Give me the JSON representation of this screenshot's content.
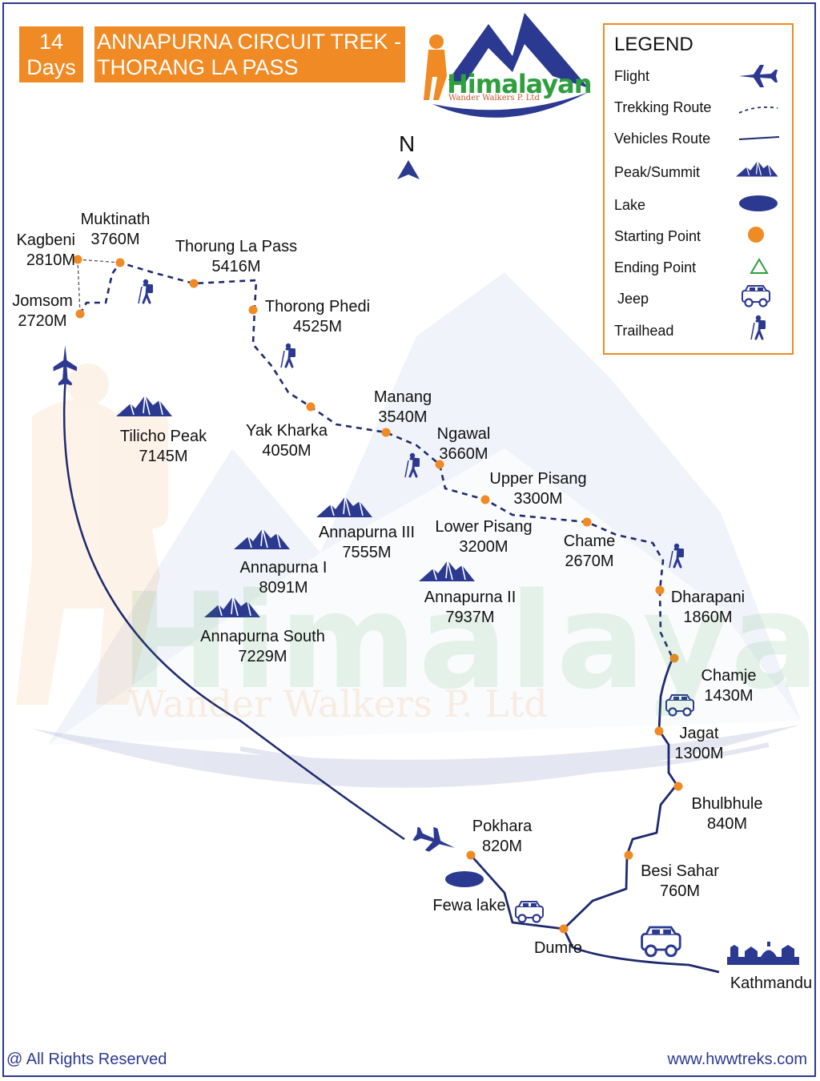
{
  "header": {
    "days_number": "14",
    "days_word": "Days",
    "title_line1": "ANNAPURNA CIRCUIT TREK -",
    "title_line2": "THORANG LA PASS"
  },
  "logo": {
    "name": "Himalayan",
    "subtitle": "Wander Walkers P. Ltd"
  },
  "compass": {
    "label": "N"
  },
  "legend": {
    "title": "LEGEND",
    "items": [
      {
        "label": "Flight",
        "icon": "airplane-icon"
      },
      {
        "label": "Trekking Route",
        "icon": "dashed-line-icon"
      },
      {
        "label": "Vehicles Route",
        "icon": "solid-line-icon"
      },
      {
        "label": "Peak/Summit",
        "icon": "mountain-icon"
      },
      {
        "label": "Lake",
        "icon": "lake-icon"
      },
      {
        "label": "Starting Point",
        "icon": "orange-dot-icon"
      },
      {
        "label": "Ending Point",
        "icon": "green-triangle-icon"
      },
      {
        "label": "Jeep",
        "icon": "jeep-icon"
      },
      {
        "label": "Trailhead",
        "icon": "hiker-icon"
      }
    ]
  },
  "places": {
    "kagbeni": {
      "name": "Kagbeni",
      "alt": "2810M"
    },
    "muktinath": {
      "name": "Muktinath",
      "alt": "3760M"
    },
    "thorung_la": {
      "name": "Thorung La Pass",
      "alt": "5416M"
    },
    "jomsom": {
      "name": "Jomsom",
      "alt": "2720M"
    },
    "thorong_phedi": {
      "name": "Thorong Phedi",
      "alt": "4525M"
    },
    "manang": {
      "name": "Manang",
      "alt": "3540M"
    },
    "yak_kharka": {
      "name": "Yak Kharka",
      "alt": "4050M"
    },
    "ngawal": {
      "name": "Ngawal",
      "alt": "3660M"
    },
    "upper_pisang": {
      "name": "Upper Pisang",
      "alt": "3300M"
    },
    "lower_pisang": {
      "name": "Lower Pisang",
      "alt": "3200M"
    },
    "chame": {
      "name": "Chame",
      "alt": "2670M"
    },
    "dharapani": {
      "name": "Dharapani",
      "alt": "1860M"
    },
    "chamje": {
      "name": "Chamje",
      "alt": "1430M"
    },
    "jagat": {
      "name": "Jagat",
      "alt": "1300M"
    },
    "bhulbhule": {
      "name": "Bhulbhule",
      "alt": "840M"
    },
    "besi_sahar": {
      "name": "Besi Sahar",
      "alt": "760M"
    },
    "pokhara": {
      "name": "Pokhara",
      "alt": "820M"
    },
    "fewa_lake": {
      "name": "Fewa lake"
    },
    "dumre": {
      "name": "Dumre"
    },
    "kathmandu": {
      "name": "Kathmandu"
    }
  },
  "peaks": {
    "tilicho": {
      "name": "Tilicho Peak",
      "alt": "7145M"
    },
    "annapurna_iii": {
      "name": "Annapurna III",
      "alt": "7555M"
    },
    "annapurna_i": {
      "name": "Annapurna I",
      "alt": "8091M"
    },
    "annapurna_ii": {
      "name": "Annapurna II",
      "alt": "7937M"
    },
    "annapurna_south": {
      "name": "Annapurna South",
      "alt": "7229M"
    }
  },
  "watermark": {
    "big": "Himalayan",
    "small": "Wander Walkers P. Ltd"
  },
  "footer": {
    "rights": "@ All Rights Reserved",
    "website": "www.hwwtreks.com"
  },
  "colors": {
    "route_navy": "#1f2a6e",
    "waypoint_orange": "#f08a24",
    "title_orange": "#f08a24",
    "peak_blue": "#2b3990",
    "watermark_green": "#2e9e3e"
  }
}
